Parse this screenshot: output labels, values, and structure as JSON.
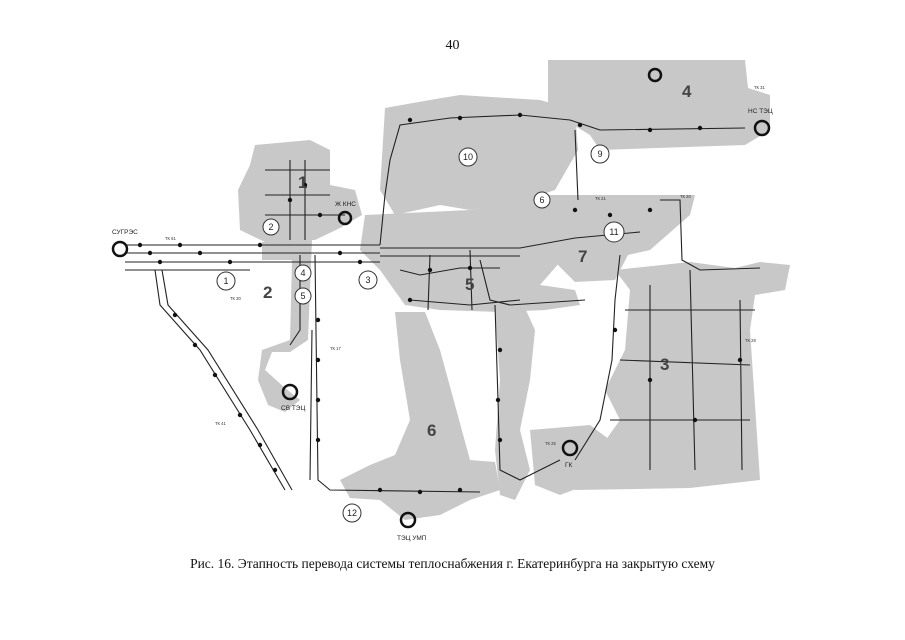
{
  "page": {
    "number": "40"
  },
  "figure": {
    "caption": "Рис. 16. Этапность перевода системы теплоснабжения г. Екатеринбурга на закрытую схему"
  },
  "map": {
    "colors": {
      "zone_fill": "#c4c4c4",
      "zone_dark": "#a8a8a8",
      "pipe": "#222222",
      "background": "#ffffff"
    },
    "sources": [
      {
        "id": "sugres",
        "label": "СУГРЭС"
      },
      {
        "id": "ni_kts",
        "label": "НС ТЭЦ"
      },
      {
        "id": "sv_tets",
        "label": "СВ ТЭЦ"
      },
      {
        "id": "gk",
        "label": "ГК"
      },
      {
        "id": "tets_ump",
        "label": "ТЭЦ УМП"
      },
      {
        "id": "kns",
        "label": "Ж КНС"
      }
    ],
    "zones": [
      "1",
      "2",
      "3",
      "4",
      "5",
      "6",
      "7"
    ],
    "stages": [
      "1",
      "2",
      "3",
      "4",
      "5",
      "6",
      "9",
      "10",
      "11",
      "12"
    ],
    "chamber_labels": [
      "ТК 61",
      "ТК 20",
      "ТК 21",
      "ТК 41",
      "ТК 31",
      "ТК 28",
      "ТК 30",
      "ТК 25",
      "ТК 17"
    ]
  }
}
